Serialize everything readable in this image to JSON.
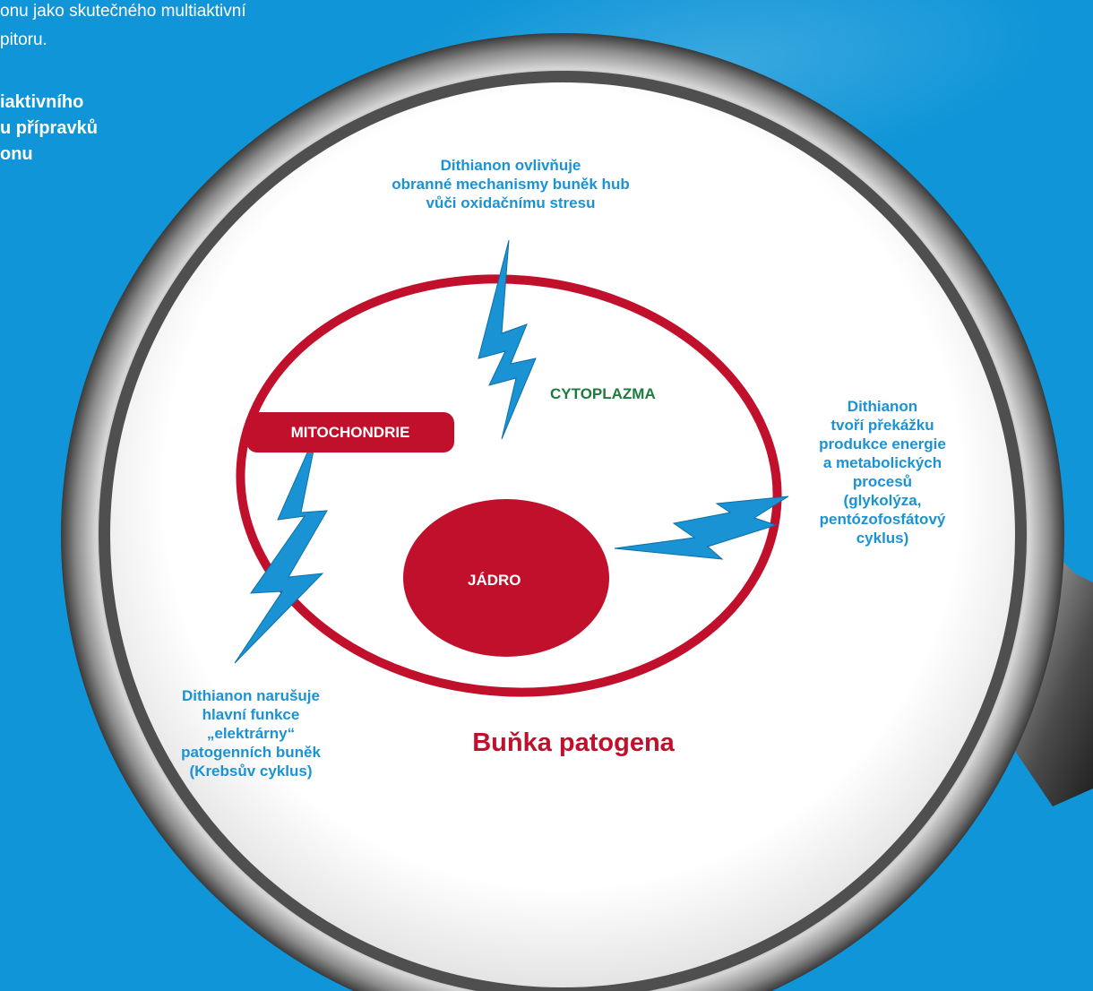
{
  "intro": {
    "lines": [
      "onu jako skutečného multiaktivní",
      "pitoru."
    ],
    "bold_lines": [
      "iaktivního",
      "u přípravků",
      "onu"
    ]
  },
  "diagram": {
    "title": "Buňka patogena",
    "cytoplasm": "CYTOPLAZMA",
    "mitochondria": "MITOCHONDRIE",
    "nucleus": "JÁDRO",
    "label_top": [
      "Dithianon ovlivňuje",
      "obranné mechanismy buněk hub",
      "vůči oxidačnímu stresu"
    ],
    "label_right": [
      "Dithianon",
      "tvoří překážku",
      "produkce energie",
      "a metabolických",
      "procesů",
      "(glykolýza,",
      "pentózofosfátový",
      "cyklus)"
    ],
    "label_left": [
      "Dithianon narušuje",
      "hlavní funkce",
      "„elektrárny“",
      "patogenních buněk",
      "(Krebsův cyklus)"
    ]
  },
  "colors": {
    "background": "#0f95d8",
    "cell_red": "#c0102b",
    "label_blue": "#1a93d4",
    "cytoplasm_green": "#1d7b3e",
    "lens": "#ffffff"
  },
  "icons": [
    "magnifying-glass-icon",
    "lightning-bolt-icon"
  ]
}
